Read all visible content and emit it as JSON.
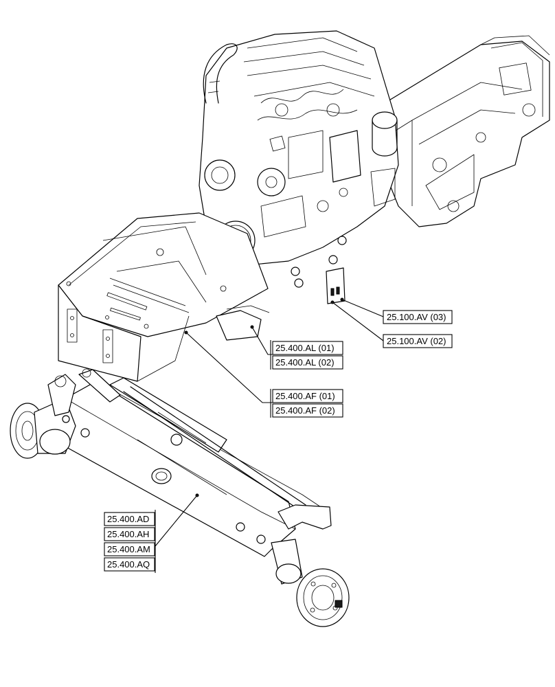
{
  "callouts": {
    "av03": "25.100.AV (03)",
    "av02": "25.100.AV (02)",
    "al01": "25.400.AL (01)",
    "al02": "25.400.AL (02)",
    "af01": "25.400.AF (01)",
    "af02": "25.400.AF (02)",
    "ad": "25.400.AD",
    "ah": "25.400.AH",
    "am": "25.400.AM",
    "aq": "25.400.AQ"
  }
}
